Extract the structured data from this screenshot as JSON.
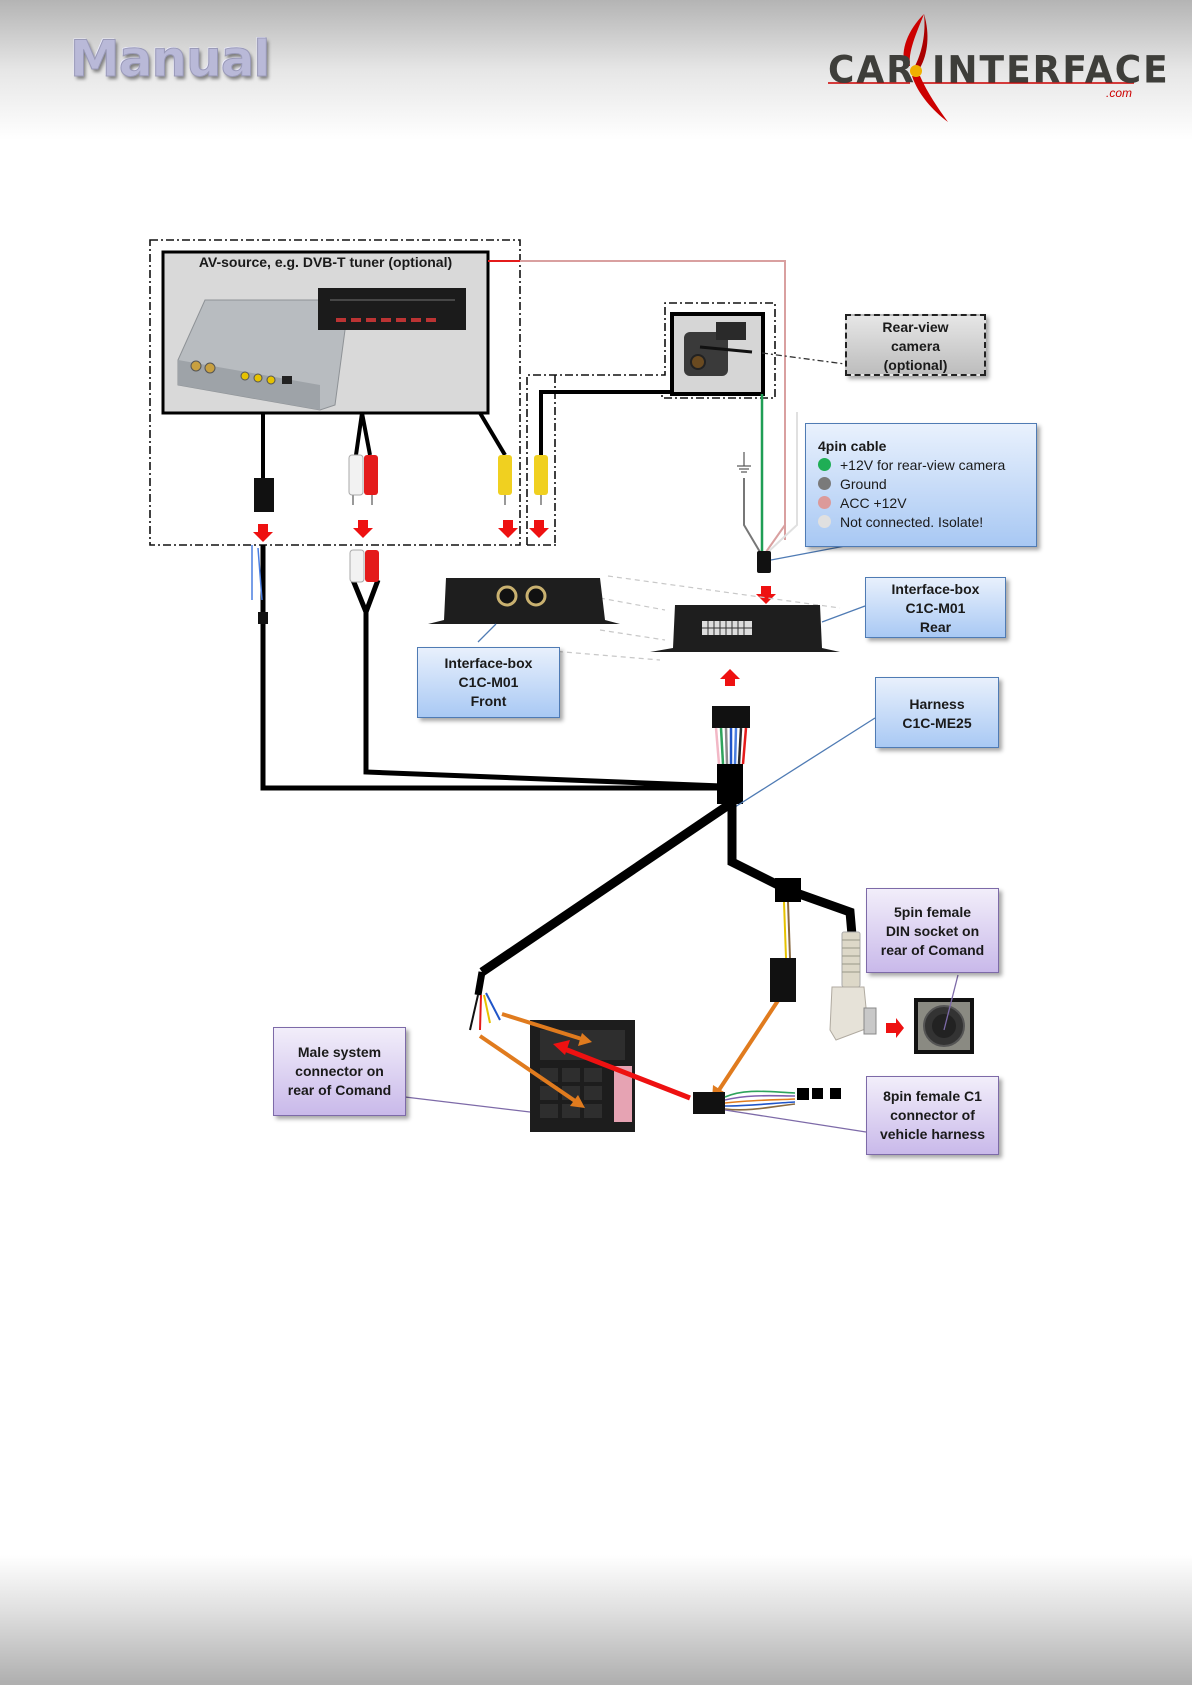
{
  "header": {
    "title": "Manual",
    "logo": {
      "left_word": "CAR",
      "right_word": "INTERFACE",
      "suffix": ".com",
      "accent_color": "#cc0000",
      "dot_color": "#f0b000"
    }
  },
  "diagram": {
    "av_source": {
      "title": "AV-source, e.g. DVB-T tuner  (optional)"
    },
    "rear_camera": {
      "lines": [
        "Rear-view",
        "camera",
        "(optional)"
      ]
    },
    "cable_4pin": {
      "title": "4pin cable",
      "wires": [
        {
          "label": "+12V for rear-view camera",
          "color": "#1fae55"
        },
        {
          "label": "Ground",
          "color": "#7a7a7a"
        },
        {
          "label": "ACC +12V",
          "color": "#dc9a9a"
        },
        {
          "label": "Not connected. Isolate!",
          "color": "#e0e0e0"
        }
      ]
    },
    "box_rear": {
      "lines": [
        "Interface-box",
        "C1C-M01",
        "Rear"
      ]
    },
    "box_front": {
      "lines": [
        "Interface-box",
        "C1C-M01",
        "Front"
      ]
    },
    "harness": {
      "lines": [
        "Harness",
        "C1C-ME25"
      ]
    },
    "din_socket": {
      "lines": [
        "5pin female",
        "DIN socket on",
        "rear of Comand"
      ]
    },
    "male_connector": {
      "lines": [
        "Male system",
        "connector on",
        "rear of Comand"
      ]
    },
    "c1_connector": {
      "lines": [
        "8pin female C1",
        "connector of",
        "vehicle harness"
      ]
    },
    "colors": {
      "arrow": "#ee1111",
      "orange_arrow": "#e07b1e",
      "cable": "#000000",
      "red_wire": "#e41b1b",
      "pink_wire": "#d9a0a0",
      "green_wire": "#1f9e55"
    }
  }
}
